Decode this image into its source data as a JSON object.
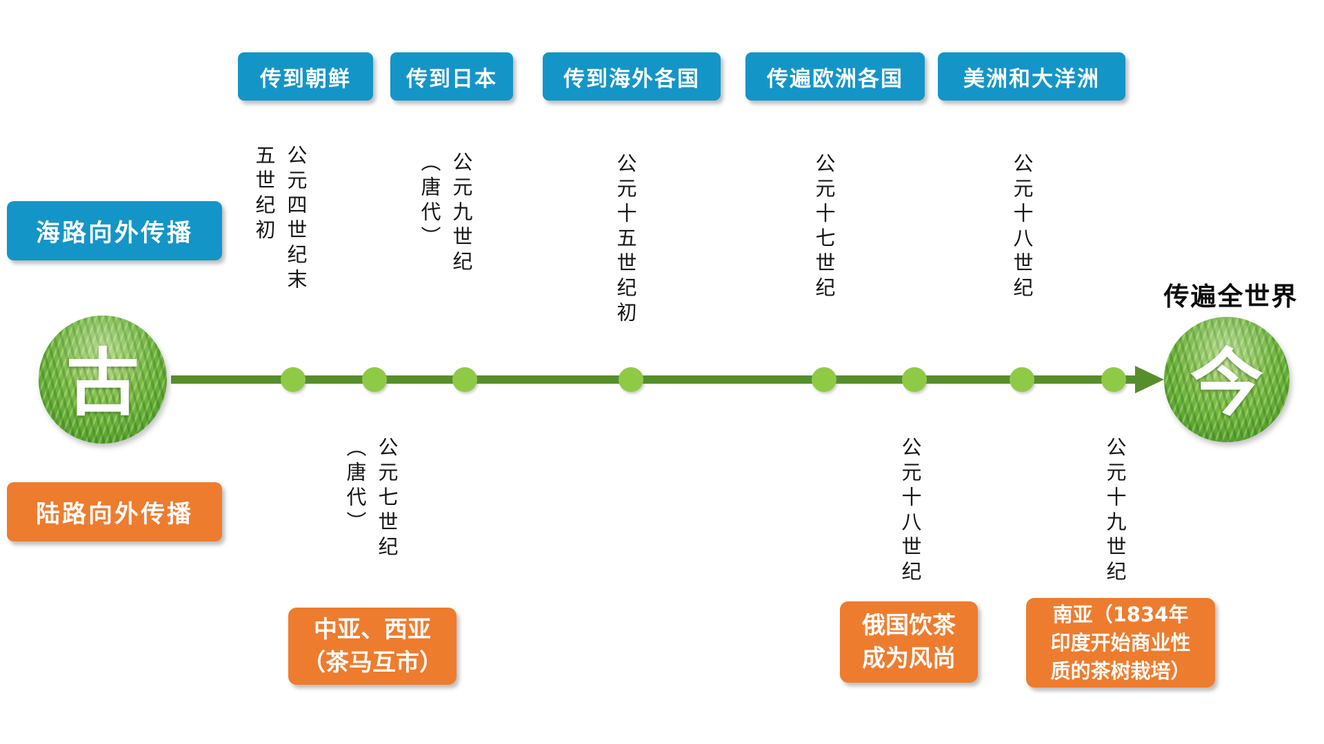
{
  "colors": {
    "destination_blue": "#1495c8",
    "event_orange": "#ee7c2e",
    "timeline_green": "#568e2c",
    "dot_green": "#8fca46"
  },
  "sea_route": {
    "label": "海路向外传播"
  },
  "land_route": {
    "label": "陆路向外传播"
  },
  "timeline": {
    "start_node": "古",
    "end_node": "今",
    "end_caption": "传遍全世界",
    "dot_count": 8
  },
  "destinations": [
    "传到朝鲜",
    "传到日本",
    "传到海外各国",
    "传遍欧洲各国",
    "美洲和大洋洲"
  ],
  "sea_dates": [
    "公元四世纪末\n五世纪初",
    "公元九世纪\n（唐代）",
    "公元十五世纪初",
    "公元十七世纪",
    "公元十八世纪"
  ],
  "land_dates": [
    "公元七世纪\n（唐代）",
    "公元十八世纪",
    "公元十九世纪"
  ],
  "land_events": [
    "中亚、西亚\n（茶马互市）",
    "俄国饮茶\n成为风尚",
    "南亚（1834年\n印度开始商业性\n质的茶树栽培）"
  ]
}
